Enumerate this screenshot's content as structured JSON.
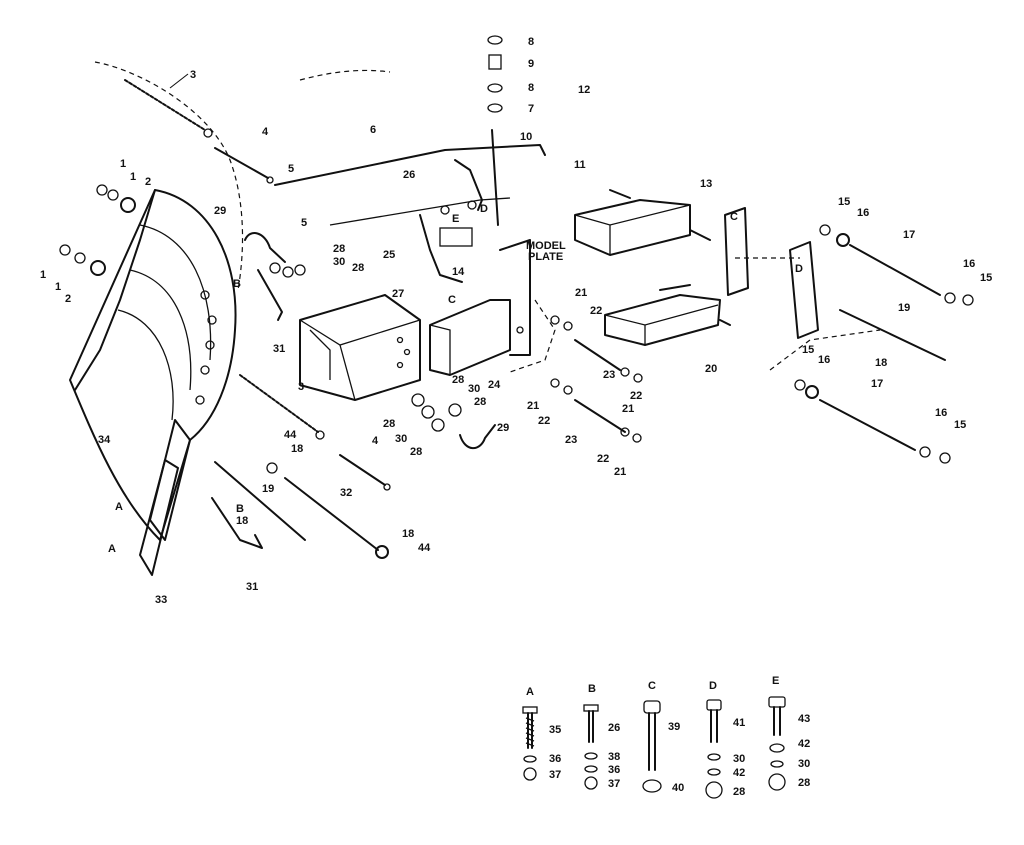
{
  "callouts": {
    "c1": "1",
    "c2": "2",
    "c3": "3",
    "c4": "4",
    "c5": "5",
    "c6": "6",
    "c7": "7",
    "c8": "8",
    "c9": "9",
    "c10": "10",
    "c11": "11",
    "c12": "12",
    "c13": "13",
    "c14": "14",
    "c15": "15",
    "c16": "16",
    "c17": "17",
    "c18": "18",
    "c19": "19",
    "c20": "20",
    "c21": "21",
    "c22": "22",
    "c23": "23",
    "c24": "24",
    "c25": "25",
    "c26": "26",
    "c27": "27",
    "c28": "28",
    "c29": "29",
    "c30": "30",
    "c31": "31",
    "c32": "32",
    "c33": "33",
    "c34": "34",
    "c44": "44",
    "A": "A",
    "B": "B",
    "C": "C",
    "D": "D",
    "E": "E",
    "model_plate": [
      "MODEL",
      "PLATE"
    ]
  },
  "hardware_key": [
    {
      "letter": "A",
      "parts": [
        "35",
        "36",
        "37"
      ]
    },
    {
      "letter": "B",
      "parts": [
        "26",
        "38",
        "36",
        "37"
      ]
    },
    {
      "letter": "C",
      "parts": [
        "39",
        "40"
      ]
    },
    {
      "letter": "D",
      "parts": [
        "41",
        "30",
        "42",
        "28"
      ]
    },
    {
      "letter": "E",
      "parts": [
        "43",
        "42",
        "30",
        "28"
      ]
    }
  ]
}
